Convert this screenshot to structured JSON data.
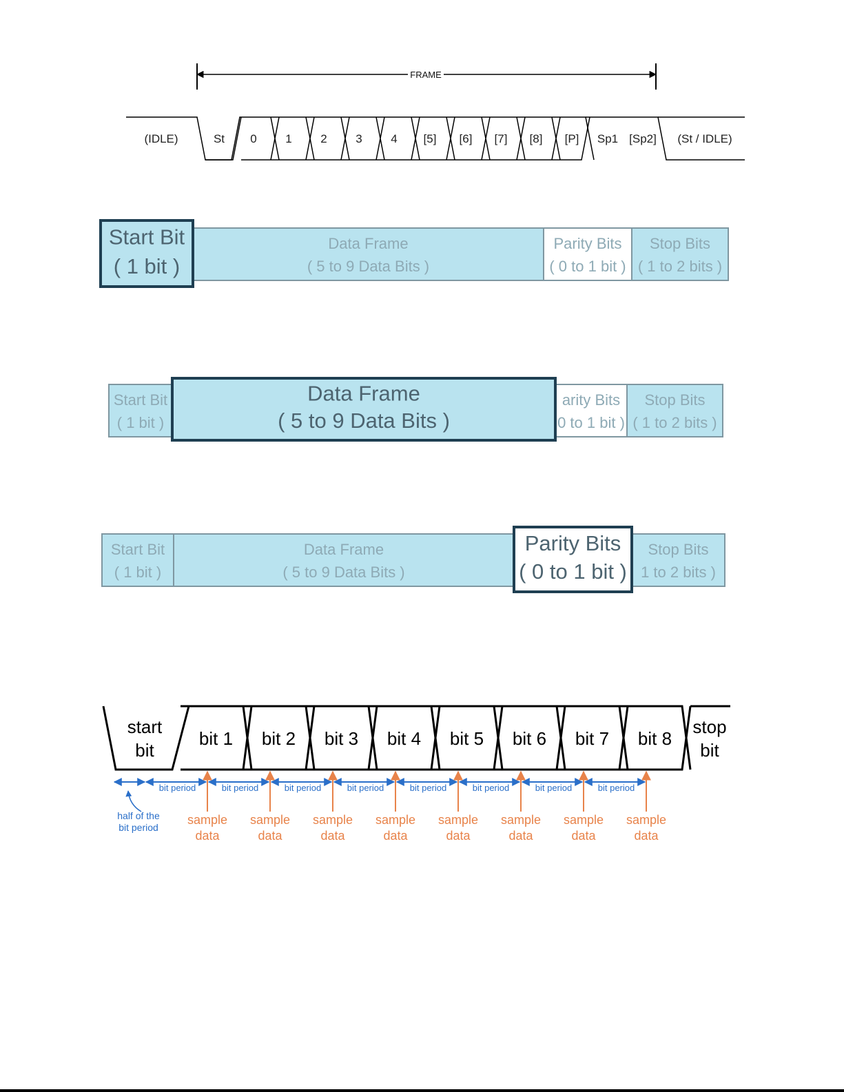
{
  "colors": {
    "box_fill": "#b9e3ef",
    "box_stroke": "#7f97a1",
    "highlight_stroke": "#1f3f52",
    "faded_text": "#8eaab5",
    "dark_text": "#4d6470",
    "parity_fill": "#ffffff",
    "arrow_blue": "#2a6fc9",
    "arrow_orange": "#e8834a"
  },
  "frame_waveform": {
    "frame_label": "FRAME",
    "idle_label": "(IDLE)",
    "cells": [
      "St",
      "0",
      "1",
      "2",
      "3",
      "4",
      "[5]",
      "[6]",
      "[7]",
      "[8]",
      "[P]",
      "Sp1",
      "[Sp2]"
    ],
    "end_label": "(St / IDLE)"
  },
  "block_diagrams": [
    {
      "highlight": "start",
      "start": {
        "line1": "Start Bit",
        "line2": "( 1 bit )"
      },
      "data": {
        "line1": "Data Frame",
        "line2": "( 5 to 9 Data Bits )"
      },
      "parity": {
        "line1": "Parity Bits",
        "line2": "( 0 to 1 bit )"
      },
      "stop": {
        "line1": "Stop Bits",
        "line2": "( 1 to 2 bits )"
      }
    },
    {
      "highlight": "data",
      "start": {
        "line1": "Start Bit",
        "line2": "( 1 bit )"
      },
      "data": {
        "line1": "Data Frame",
        "line2": "( 5 to 9 Data Bits )"
      },
      "parity": {
        "line1": "arity Bits",
        "line2": "0 to 1 bit )"
      },
      "stop": {
        "line1": "Stop Bits",
        "line2": "( 1 to 2 bits )"
      }
    },
    {
      "highlight": "parity",
      "start": {
        "line1": "Start Bit",
        "line2": "( 1 bit )"
      },
      "data": {
        "line1": "Data Frame",
        "line2": "( 5 to 9 Data Bits )"
      },
      "parity": {
        "line1": "Parity Bits",
        "line2": "( 0 to 1 bit )"
      },
      "stop": {
        "line1": "Stop Bits",
        "line2": "1 to 2 bits )"
      }
    }
  ],
  "bit_timing": {
    "start_line1": "start",
    "start_line2": "bit",
    "bits": [
      "bit 1",
      "bit 2",
      "bit 3",
      "bit 4",
      "bit 5",
      "bit 6",
      "bit 7",
      "bit 8"
    ],
    "stop_line1": "stop",
    "stop_line2": "bit",
    "bit_period_label": "bit period",
    "half_period_line1": "half of the",
    "half_period_line2": "bit period",
    "sample_line1": "sample",
    "sample_line2": "data"
  }
}
